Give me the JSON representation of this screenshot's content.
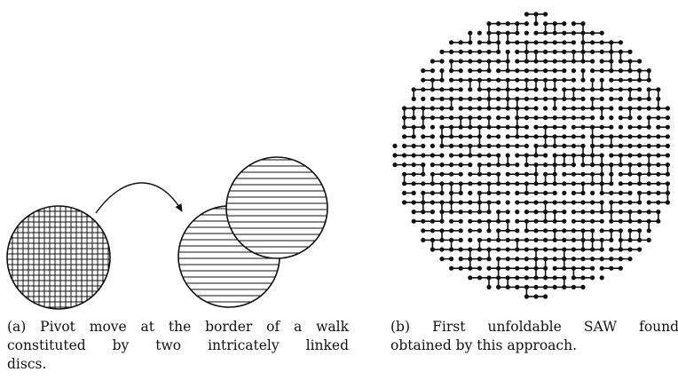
{
  "figure": {
    "panel_a": {
      "caption_lines": [
        "(a) Pivot move at the border of a walk",
        "constituted by two intricately linked",
        "discs."
      ]
    },
    "panel_b": {
      "caption_lines": [
        "(b) First unfoldable SAW found,",
        "obtained by this approach."
      ]
    }
  },
  "colors": {
    "ink": "#111111",
    "background": "#ffffff"
  }
}
